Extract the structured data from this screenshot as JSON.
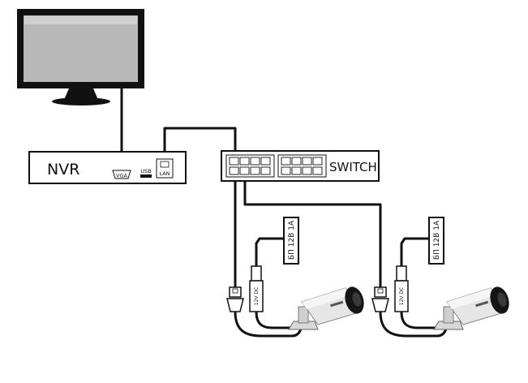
{
  "devices": {
    "monitor": {
      "name": ""
    },
    "nvr": {
      "label": "NVR",
      "ports": {
        "vga": "VGA",
        "usb": "USB",
        "lan": "LAN"
      }
    },
    "switch": {
      "label": "SWITCH"
    }
  },
  "power_supplies": [
    {
      "label": "БП 12В 1А"
    },
    {
      "label": "БП 12В 1А"
    }
  ],
  "dc_connectors": [
    {
      "label": "12V DC"
    },
    {
      "label": "12V DC"
    }
  ],
  "colors": {
    "line": "#111111",
    "monitor_frame": "#111111",
    "monitor_screen": "#b8b8b8",
    "camera_body": "#e6e6e6",
    "camera_lens": "#151515"
  }
}
